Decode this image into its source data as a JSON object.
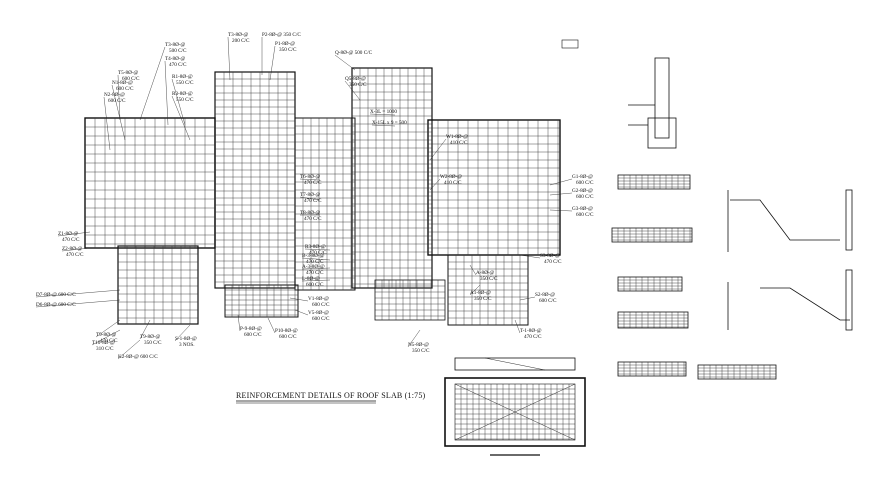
{
  "drawing": {
    "title": "REINFORCEMENT DETAILS OF ROOF SLAB (1:75)",
    "labels": [
      {
        "text": "T3-8Ø-@",
        "sub": "500 C/C"
      },
      {
        "text": "T5-8Ø-@",
        "sub": "600 C/C"
      },
      {
        "text": "N1-8Ø-@",
        "sub": "600 C/C"
      },
      {
        "text": "N2-8Ø-@",
        "sub": "600 C/C"
      },
      {
        "text": "T4-8Ø-@",
        "sub": "470 C/C"
      },
      {
        "text": "R1-8Ø-@",
        "sub": "550 C/C"
      },
      {
        "text": "R3-8Ø-@",
        "sub": "550 C/C"
      },
      {
        "text": "T3-8Ø-@",
        "sub": "200 C/C"
      },
      {
        "text": "P2-8Ø-@ 350 C/C",
        "sub": ""
      },
      {
        "text": "P1-8Ø-@",
        "sub": "350 C/C"
      },
      {
        "text": "Q-8Ø-@ 500 C/C",
        "sub": ""
      },
      {
        "text": "Q5-8Ø-@",
        "sub": "350 C/C"
      },
      {
        "text": "W1-8Ø-@",
        "sub": "410 C/C"
      },
      {
        "text": "W2-8Ø-@",
        "sub": "410 C/C"
      },
      {
        "text": "G1-8Ø-@",
        "sub": "600 C/C"
      },
      {
        "text": "G2-8Ø-@",
        "sub": "600 C/C"
      },
      {
        "text": "G3-8Ø-@",
        "sub": "600 C/C"
      },
      {
        "text": "T6-8Ø-@",
        "sub": "470 C/C"
      },
      {
        "text": "T7-8Ø-@",
        "sub": "470 C/C"
      },
      {
        "text": "T8-8Ø-@",
        "sub": "470 C/C"
      },
      {
        "text": "R3-8Ø-@",
        "sub": "470 C/C"
      },
      {
        "text": "B-3-8Ø-@",
        "sub": "470 C/C"
      },
      {
        "text": "A-3-8Ø-@",
        "sub": "470 C/C"
      },
      {
        "text": "L-8Ø-@",
        "sub": "600 C/C"
      },
      {
        "text": "V1-8Ø-@",
        "sub": "600 C/C"
      },
      {
        "text": "V5-8Ø-@",
        "sub": "600 C/C"
      },
      {
        "text": "A-8Ø-@",
        "sub": "350 C/C"
      },
      {
        "text": "A1-8Ø-@",
        "sub": "350 C/C"
      },
      {
        "text": "S3-8Ø-@",
        "sub": "470 C/C"
      },
      {
        "text": "S2-8Ø-@",
        "sub": "600 C/C"
      },
      {
        "text": "Z1-8Ø-@",
        "sub": "470 C/C"
      },
      {
        "text": "Z2-8Ø-@",
        "sub": "470 C/C"
      },
      {
        "text": "D7-8Ø-@ 600 C/C",
        "sub": ""
      },
      {
        "text": "D6-8Ø-@ 600 C/C",
        "sub": ""
      },
      {
        "text": "T9-8Ø-@",
        "sub": "470 C/C"
      },
      {
        "text": "T10-8Ø-@",
        "sub": "310 C/C"
      },
      {
        "text": "T9-8Ø-@",
        "sub": "350 C/C"
      },
      {
        "text": "K2-8Ø-@ 600 C/C",
        "sub": ""
      },
      {
        "text": "S-1-8Ø-@",
        "sub": "3 NOS."
      },
      {
        "text": "P-9-8Ø-@",
        "sub": "600 C/C"
      },
      {
        "text": "P10-8Ø-@",
        "sub": "600 C/C"
      },
      {
        "text": "N5-8Ø-@",
        "sub": "350 C/C"
      },
      {
        "text": "T-1-8Ø-@",
        "sub": "470 C/C"
      },
      {
        "text": "X-3L = 1000",
        "sub": ""
      },
      {
        "text": "X-15L x 9 = 500",
        "sub": ""
      }
    ]
  }
}
